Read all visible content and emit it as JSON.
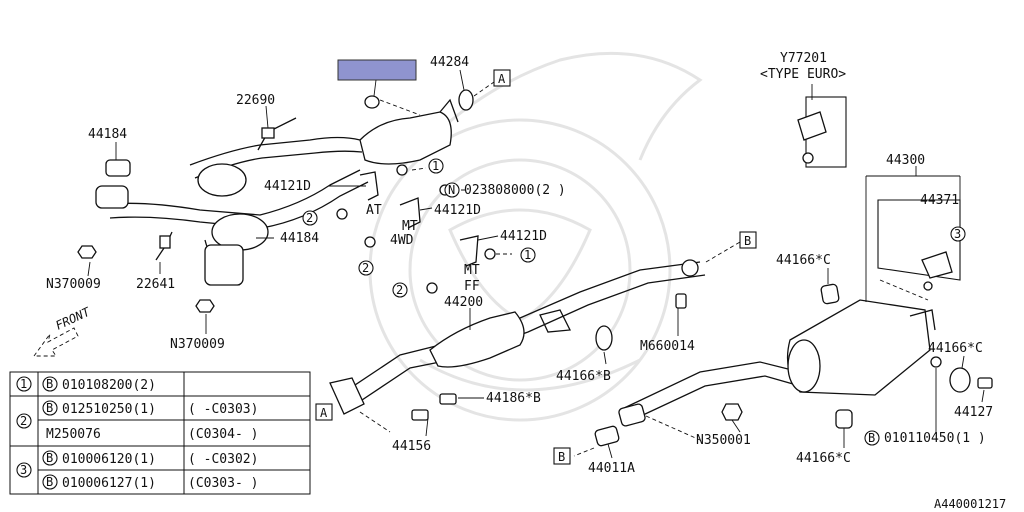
{
  "figure_code": "A440001217",
  "front_label": "FRONT",
  "ref_marks": {
    "a": "A",
    "b": "B"
  },
  "callouts": {
    "c1": "1",
    "c2": "2",
    "c3": "3",
    "n": "N",
    "b": "B"
  },
  "part_labels": {
    "p44284": "44284",
    "p22690": "22690",
    "p44184_top": "44184",
    "p44184_mid": "44184",
    "p44121d_1": "44121D",
    "p44121d_2": "44121D",
    "p44121d_3": "44121D",
    "p023808000": "023808000(2 )",
    "at": "AT",
    "mt": "MT",
    "fourwd": "4WD",
    "ff": "FF",
    "n370009_a": "N370009",
    "n370009_b": "N370009",
    "p22641": "22641",
    "p44200": "44200",
    "m660014": "M660014",
    "p44166b": "44166*B",
    "p44186b": "44186*B",
    "p44156": "44156",
    "p44011a": "44011A",
    "n350001": "N350001",
    "p44166c_1": "44166*C",
    "p44166c_2": "44166*C",
    "p44166c_3": "44166*C",
    "p44300": "44300",
    "p44371": "44371",
    "p44127": "44127",
    "p010110450": "010110450(1 )",
    "y77201": "Y77201",
    "type_euro": "<TYPE EURO>"
  },
  "legend_table": {
    "rows": [
      {
        "key": "1",
        "part": "010108200(2)",
        "range": ""
      },
      {
        "key": "2",
        "part": "012510250(1)",
        "range": "(      -C0303)"
      },
      {
        "key": "",
        "part": "M250076",
        "range": "(C0304-     )"
      },
      {
        "key": "3",
        "part": "010006120(1)",
        "range": "(      -C0302)"
      },
      {
        "key": "",
        "part": "010006127(1)",
        "range": "(C0303-     )"
      }
    ]
  },
  "colors": {
    "highlight": "#8f94cf",
    "ink": "#111111",
    "watermark": "#e4e4e4"
  }
}
